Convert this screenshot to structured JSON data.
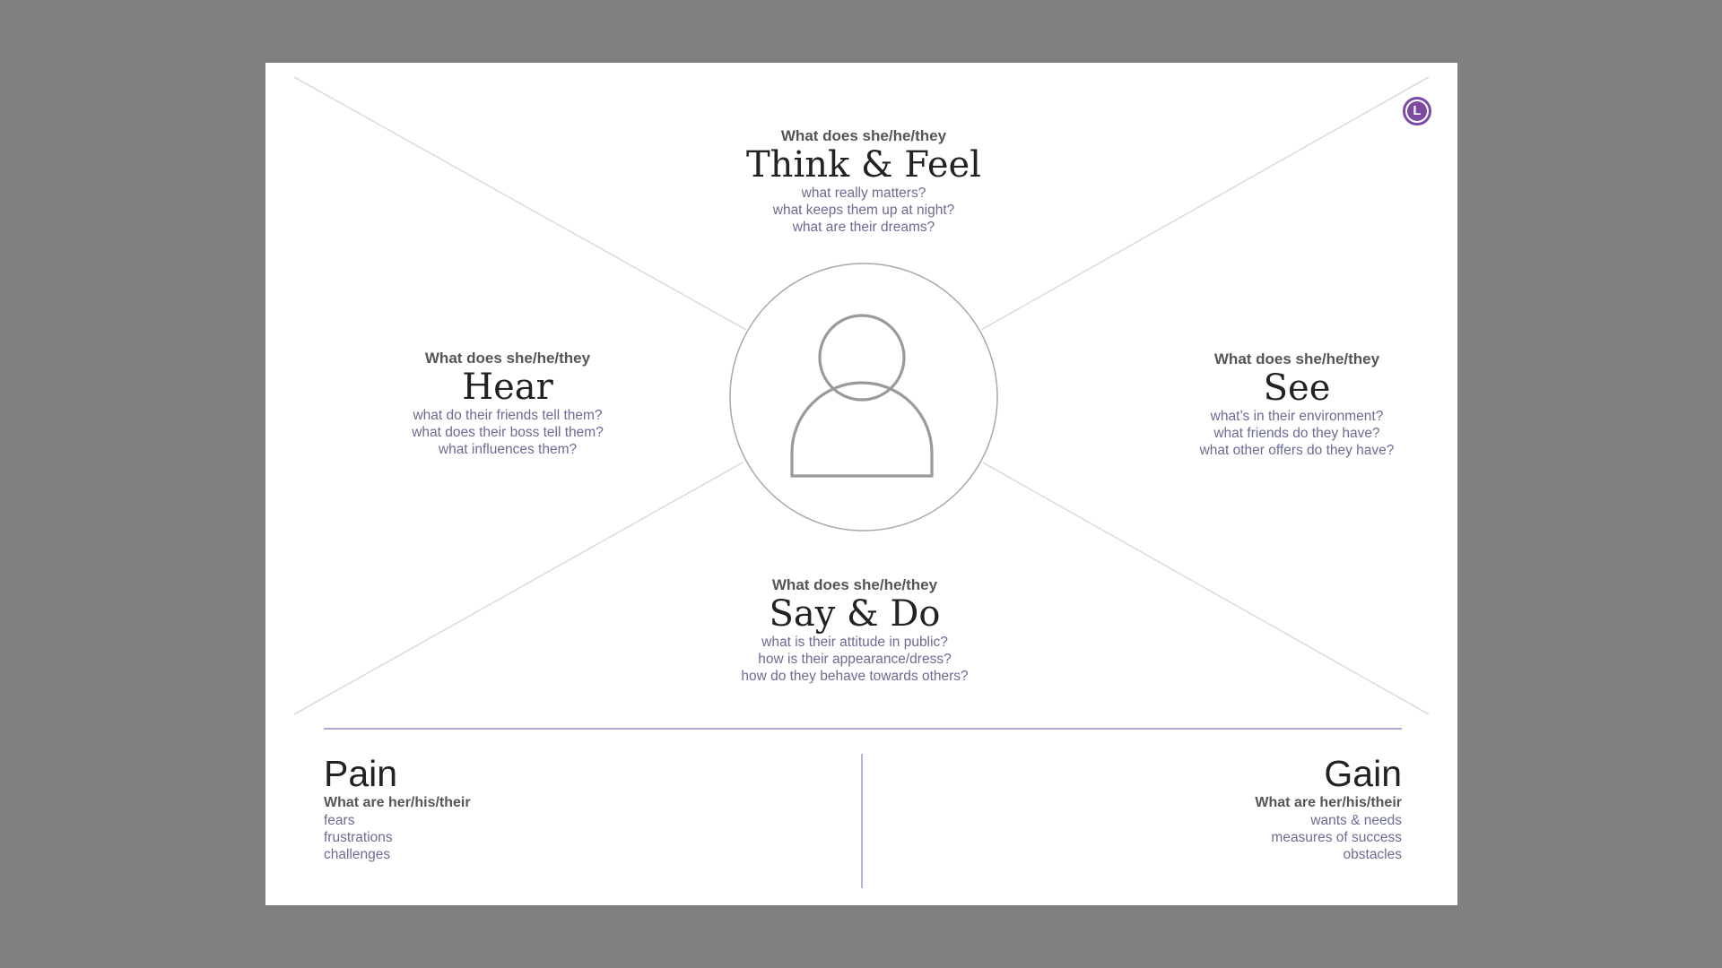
{
  "quadrants": {
    "think": {
      "lead": "What does she/he/they",
      "title": "Think & Feel",
      "prompts": [
        "what really matters?",
        "what keeps them up at night?",
        "what are their dreams?"
      ]
    },
    "hear": {
      "lead": "What does she/he/they",
      "title": "Hear",
      "prompts": [
        "what do their friends tell them?",
        "what does their boss tell them?",
        "what influences them?"
      ]
    },
    "see": {
      "lead": "What does she/he/they",
      "title": "See",
      "prompts": [
        "what’s in their environment?",
        "what friends do they have?",
        "what other offers do they have?"
      ]
    },
    "say": {
      "lead": "What does she/he/they",
      "title": "Say & Do",
      "prompts": [
        "what is their attitude in public?",
        "how is their appearance/dress?",
        "how do they behave towards others?"
      ]
    }
  },
  "pain": {
    "title": "Pain",
    "lead": "What are her/his/their",
    "items": [
      "fears",
      "frustrations",
      "challenges"
    ]
  },
  "gain": {
    "title": "Gain",
    "lead": "What are her/his/their",
    "items": [
      "wants & needs",
      "measures of success",
      "obstacles"
    ]
  },
  "icons": {
    "persona": "person-icon",
    "logo": "logo-badge-icon"
  },
  "colors": {
    "background": "#808080",
    "board": "#ffffff",
    "accent": "#7b4aa3",
    "prompt_text": "#6b6b94",
    "divider": "#7a78b8"
  }
}
